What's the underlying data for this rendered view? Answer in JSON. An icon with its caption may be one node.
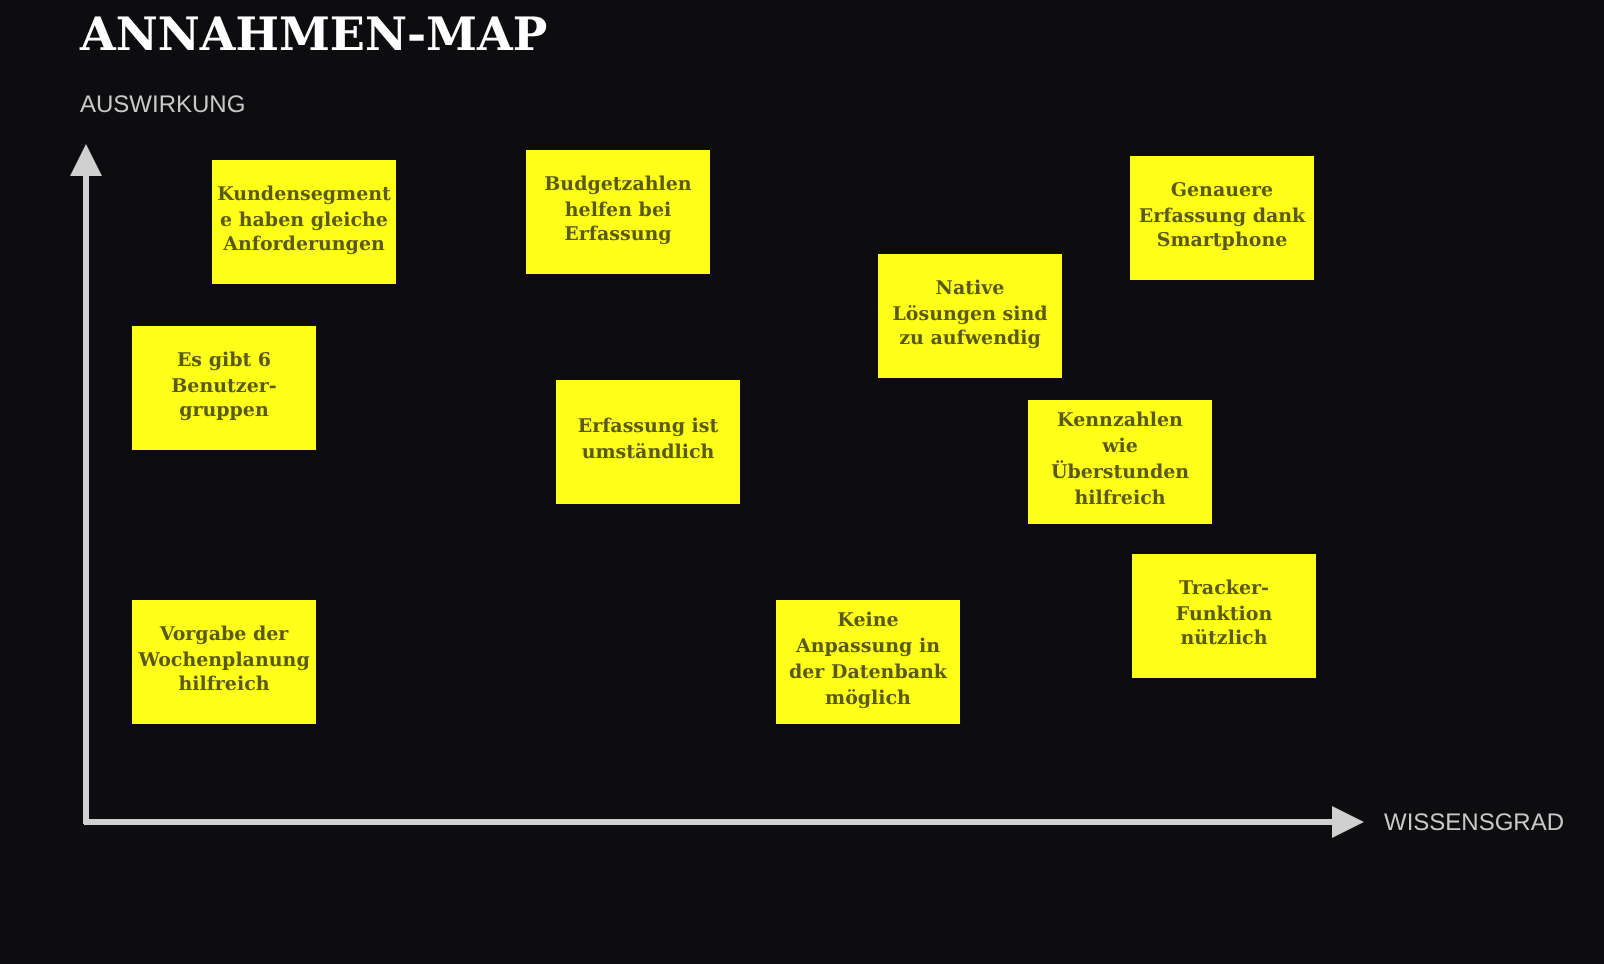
{
  "diagram": {
    "title": "ANNAHMEN-MAP",
    "nodes": [
      {
        "text": [
          "Kundensegment e haben gleiche Anforderungen"
        ]
      },
      {
        "text": [
          "Budgetzahlen helfen bei Erfassung"
        ]
      },
      {
        "text": [
          "Genauere Erfassung dank Smartphone"
        ]
      },
      {
        "text": [
          "Native Lösungen sind zu aufwendig"
        ]
      },
      {
        "text": [
          "Es gibt 6 Benutzer- gruppen"
        ]
      },
      {
        "text": [
          "Erfassung ist umständlich"
        ]
      },
      {
        "text": [
          "Kennzahlen wie Überstunden hilfreich"
        ]
      },
      {
        "text": [
          "Tracker- Funktion nützlich"
        ]
      },
      {
        "text": [
          "Vorgabe der Wochenplanung hilfreich"
        ]
      },
      {
        "text": [
          "Keine Anpassung in der Datenbank möglich"
        ]
      }
    ],
    "labels": [
      "AUSWIRKUNG",
      "WISSENSGRAD"
    ]
  }
}
